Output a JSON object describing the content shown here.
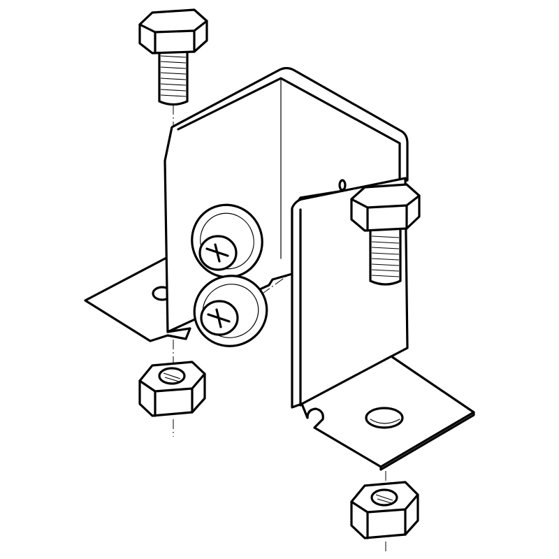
{
  "figure": {
    "parts": [
      {
        "name": "u-bracket",
        "icon": "u-bracket-icon"
      },
      {
        "name": "hex-bolt-top-left",
        "icon": "hex-bolt-icon"
      },
      {
        "name": "hex-bolt-right",
        "icon": "hex-bolt-icon"
      },
      {
        "name": "phillips-screw-upper",
        "icon": "phillips-screw-icon"
      },
      {
        "name": "phillips-screw-lower",
        "icon": "phillips-screw-icon"
      },
      {
        "name": "hex-nut-left",
        "icon": "hex-nut-icon"
      },
      {
        "name": "hex-nut-right",
        "icon": "hex-nut-icon"
      }
    ],
    "line_color": "#000000",
    "background": "#ffffff"
  }
}
